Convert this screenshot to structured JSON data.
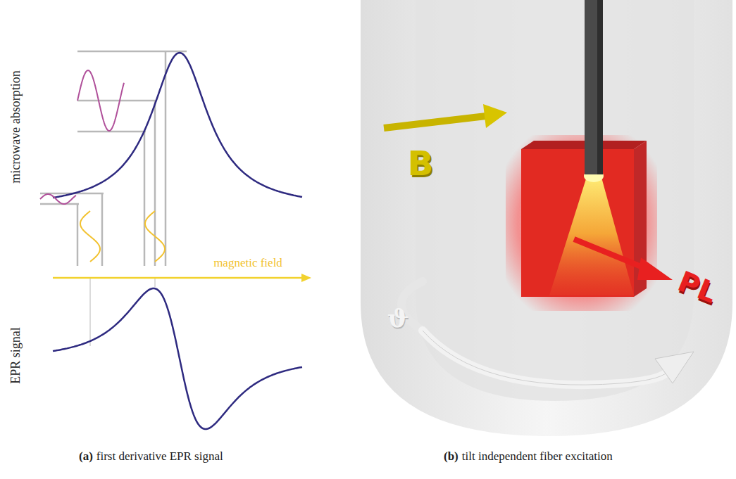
{
  "diagram": {
    "labels": [
      "microwave absorption",
      "EPR signal",
      "magnetic field",
      "B",
      "PL",
      "ϑ",
      "(a)",
      "first derivative EPR signal",
      "(b)",
      "tilt independent fiber excitation"
    ]
  }
}
